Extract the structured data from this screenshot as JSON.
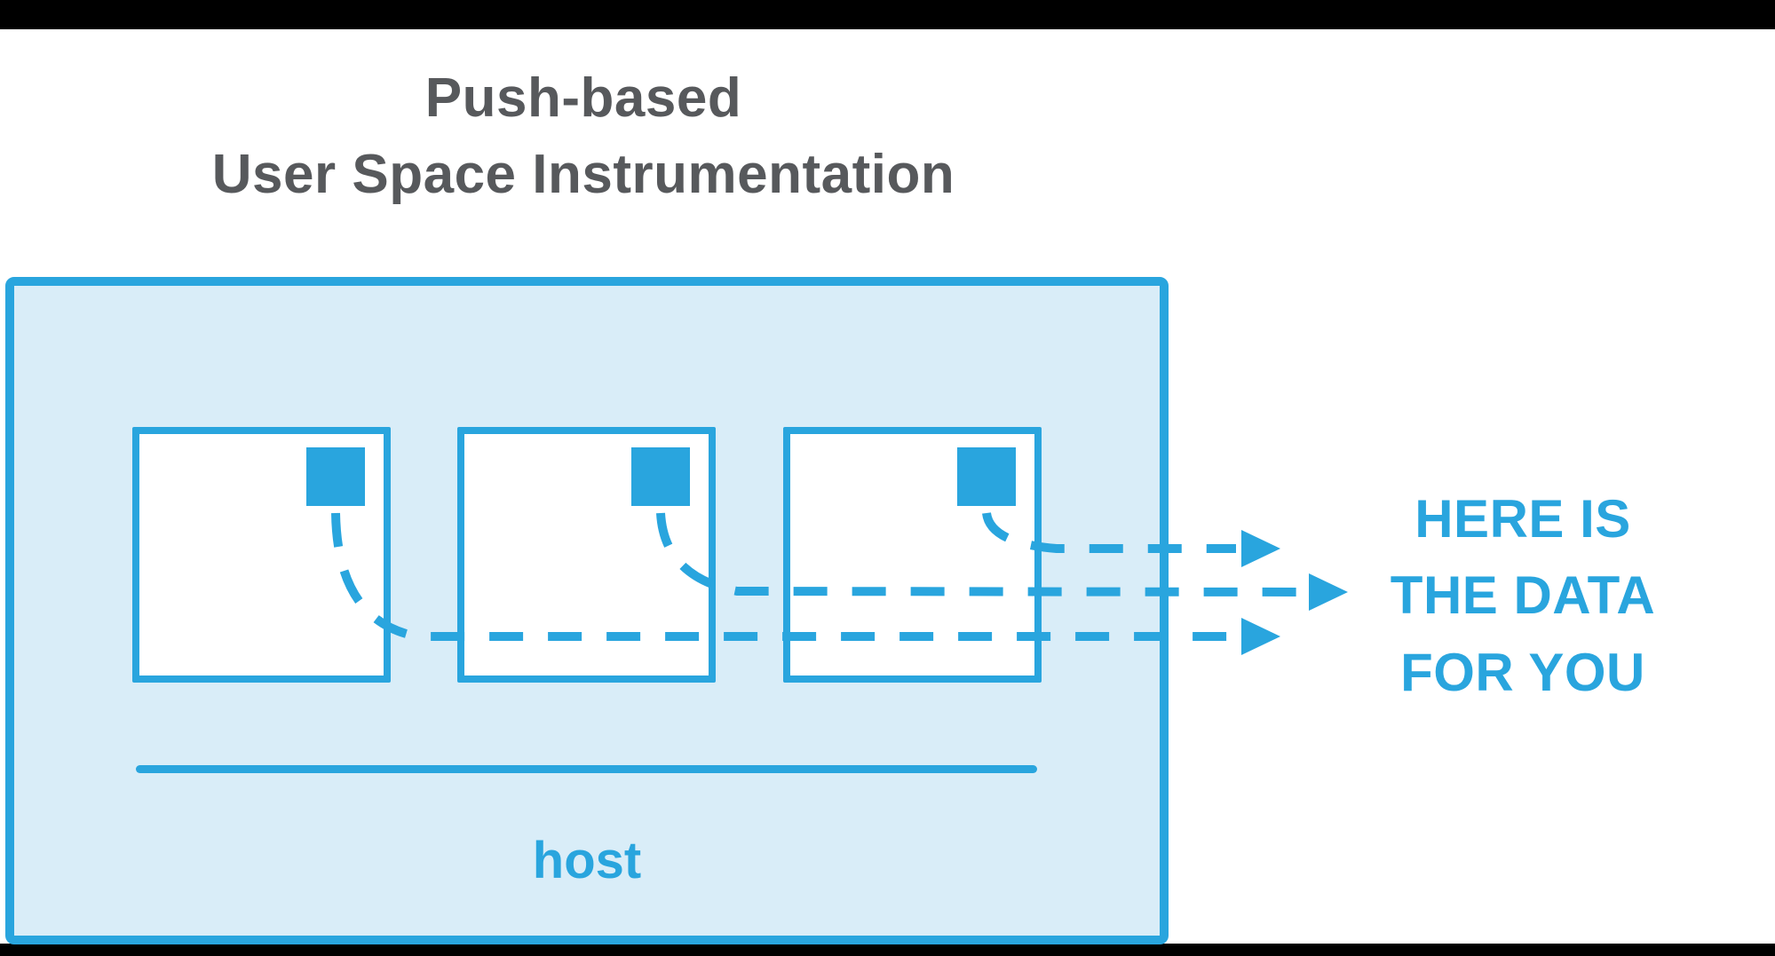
{
  "title": {
    "line1": "Push-based",
    "line2": "User Space Instrumentation"
  },
  "host": {
    "label": "host"
  },
  "message": {
    "line1": "HERE IS",
    "line2": "THE DATA",
    "line3": "FOR YOU"
  },
  "diagram": {
    "process_box_count": 3,
    "flow_arrow_count": 3
  },
  "icons": {
    "probe": "solid-blue-square",
    "arrowhead": "solid-right-pointing-triangle"
  },
  "colors": {
    "accent_blue": "#29A5DE",
    "host_fill": "#D9EDF8",
    "box_fill": "#FFFFFF",
    "title_gray": "#57595C",
    "letterbox": "#000000"
  }
}
